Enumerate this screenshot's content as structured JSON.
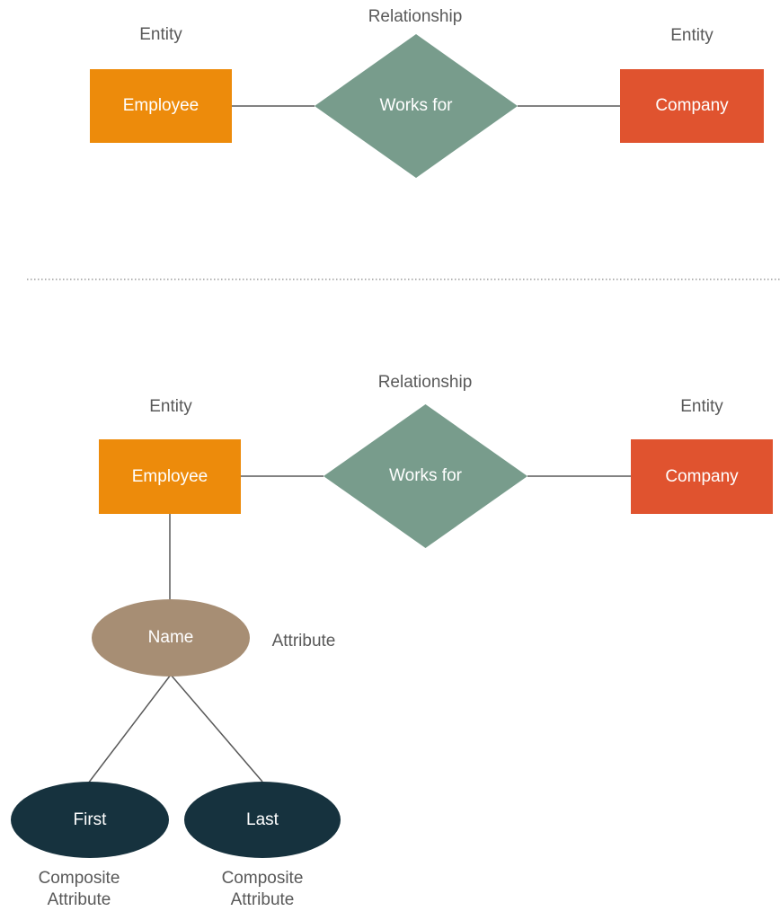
{
  "colors": {
    "entity_orange": "#ED8B0B",
    "entity_red": "#E0532F",
    "relationship_green": "#789C8C",
    "attribute_tan": "#A78E74",
    "composite_attribute_teal": "#16323E",
    "caption_gray": "#595959",
    "connector_gray": "#595959",
    "separator_gray": "#888888",
    "shape_text_white": "#ffffff"
  },
  "top_diagram": {
    "relationship_label": "Relationship",
    "left_entity_label": "Entity",
    "right_entity_label": "Entity",
    "employee_name": "Employee",
    "relationship_name": "Works for",
    "company_name": "Company"
  },
  "bottom_diagram": {
    "relationship_label": "Relationship",
    "left_entity_label": "Entity",
    "right_entity_label": "Entity",
    "employee_name": "Employee",
    "relationship_name": "Works for",
    "company_name": "Company",
    "name_attribute": "Name",
    "attribute_label": "Attribute",
    "first_attribute": "First",
    "last_attribute": "Last",
    "left_composite_label": "Composite\nAttribute",
    "right_composite_label": "Composite\nAttribute"
  }
}
